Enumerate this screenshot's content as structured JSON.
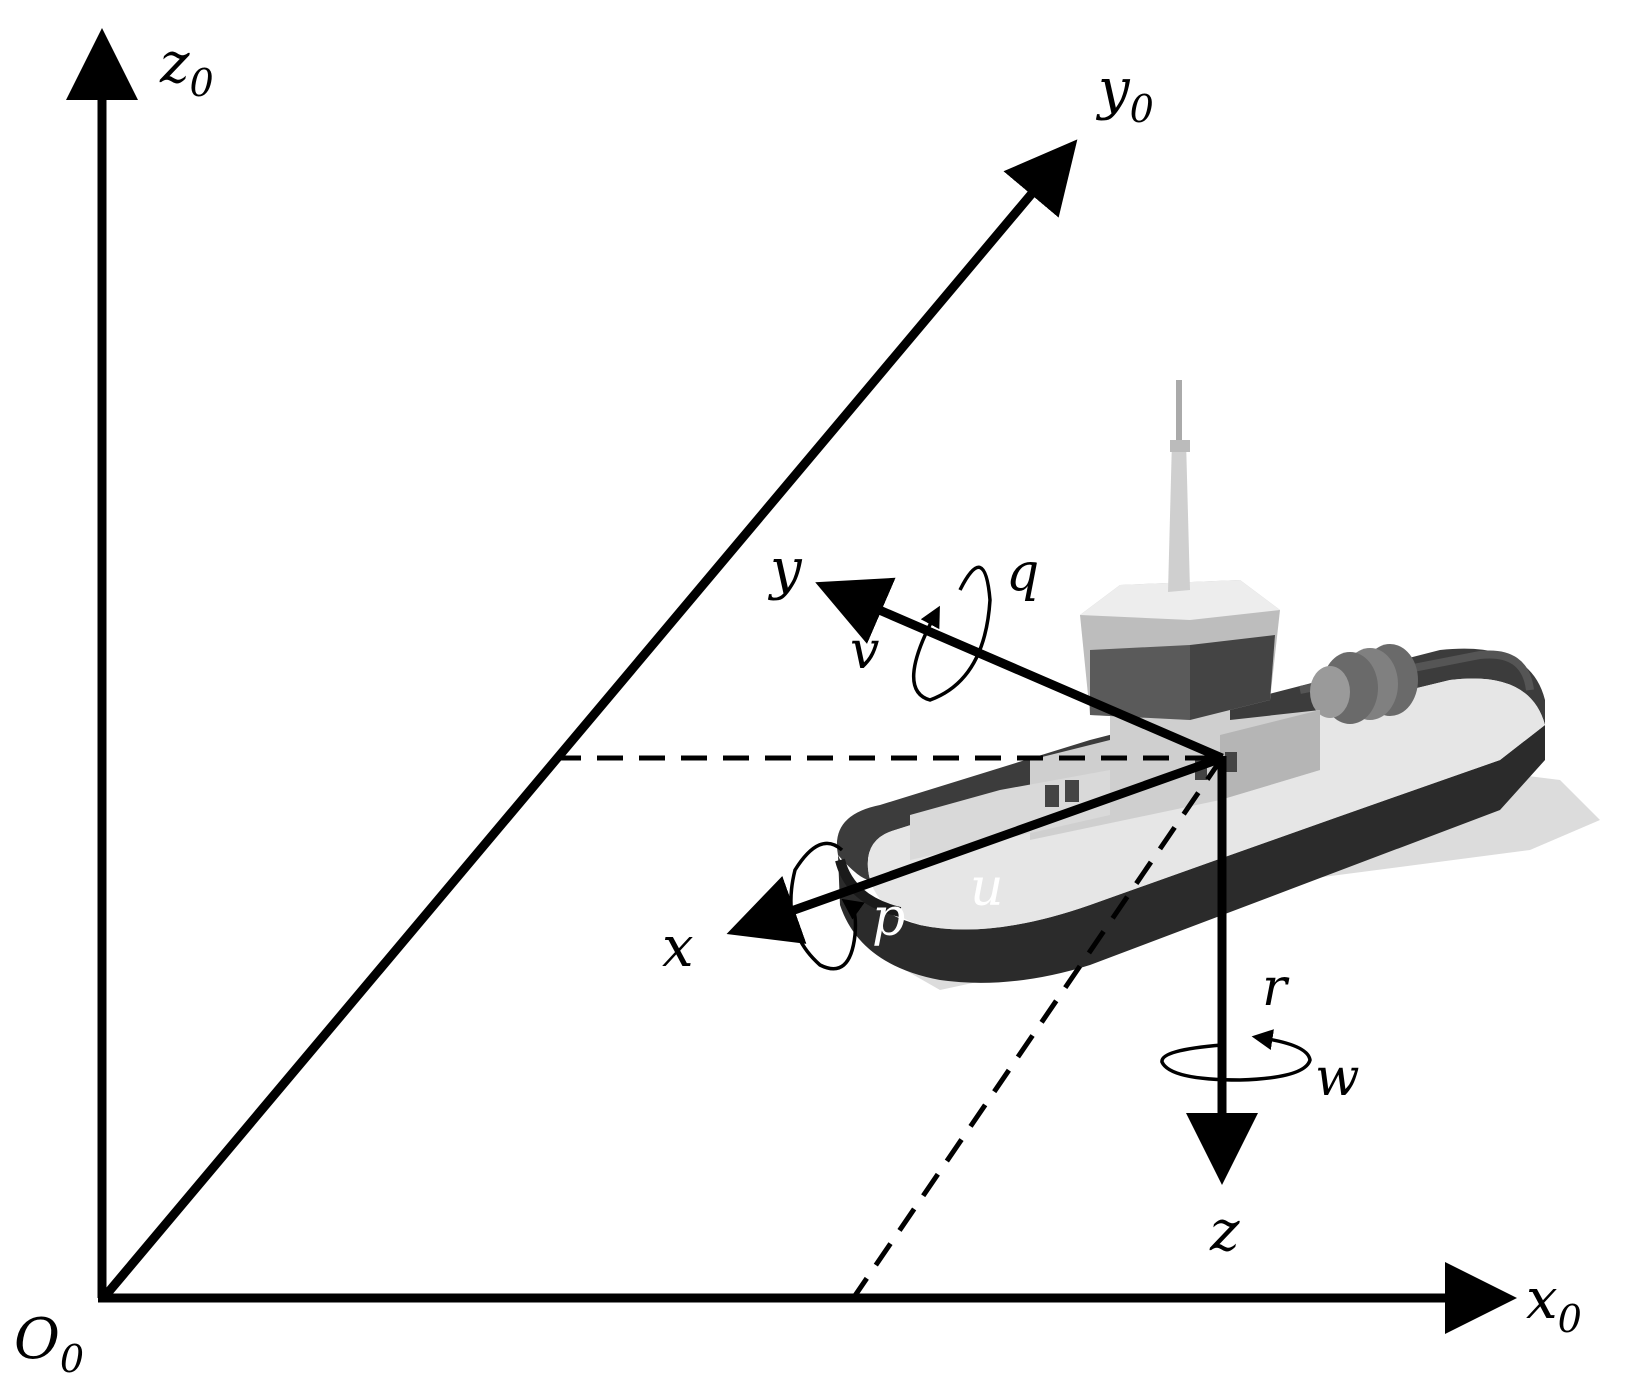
{
  "diagram": {
    "world_axes": {
      "z": {
        "base": "z",
        "sub": "0"
      },
      "y": {
        "base": "y",
        "sub": "0"
      },
      "x": {
        "base": "x",
        "sub": "0"
      },
      "origin": {
        "base": "O",
        "sub": "0"
      }
    },
    "body_axes": {
      "x": "x",
      "y": "y",
      "z": "z"
    },
    "velocities": {
      "surge": "u",
      "sway": "v",
      "heave": "w"
    },
    "rates": {
      "roll": "p",
      "pitch": "q",
      "yaw": "r"
    },
    "colors": {
      "hull": "#2b2b2b",
      "deck": "#e6e6e6",
      "cabin": "#c9c9c9",
      "bridge_dark": "#5a5a5a",
      "shadow": "#d9d9d9"
    }
  }
}
